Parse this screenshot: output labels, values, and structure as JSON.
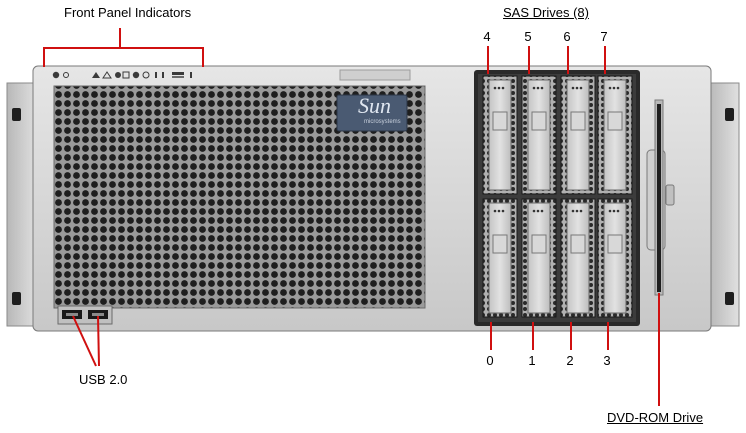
{
  "labels": {
    "front_panel_indicators": "Front Panel Indicators",
    "sas_drives": "SAS Drives (8)",
    "usb": "USB 2.0",
    "dvd_rom": "DVD-ROM Drive"
  },
  "brand": {
    "logo_text": "Sun",
    "logo_subtext": "microsystems"
  },
  "drive_numbers_top": [
    "4",
    "5",
    "6",
    "7"
  ],
  "drive_numbers_bottom": [
    "0",
    "1",
    "2",
    "3"
  ],
  "colors": {
    "callout": "#d01010",
    "chassis": "#d8d8d8",
    "grille": "#404040",
    "logo_bg": "#4a5a72"
  }
}
